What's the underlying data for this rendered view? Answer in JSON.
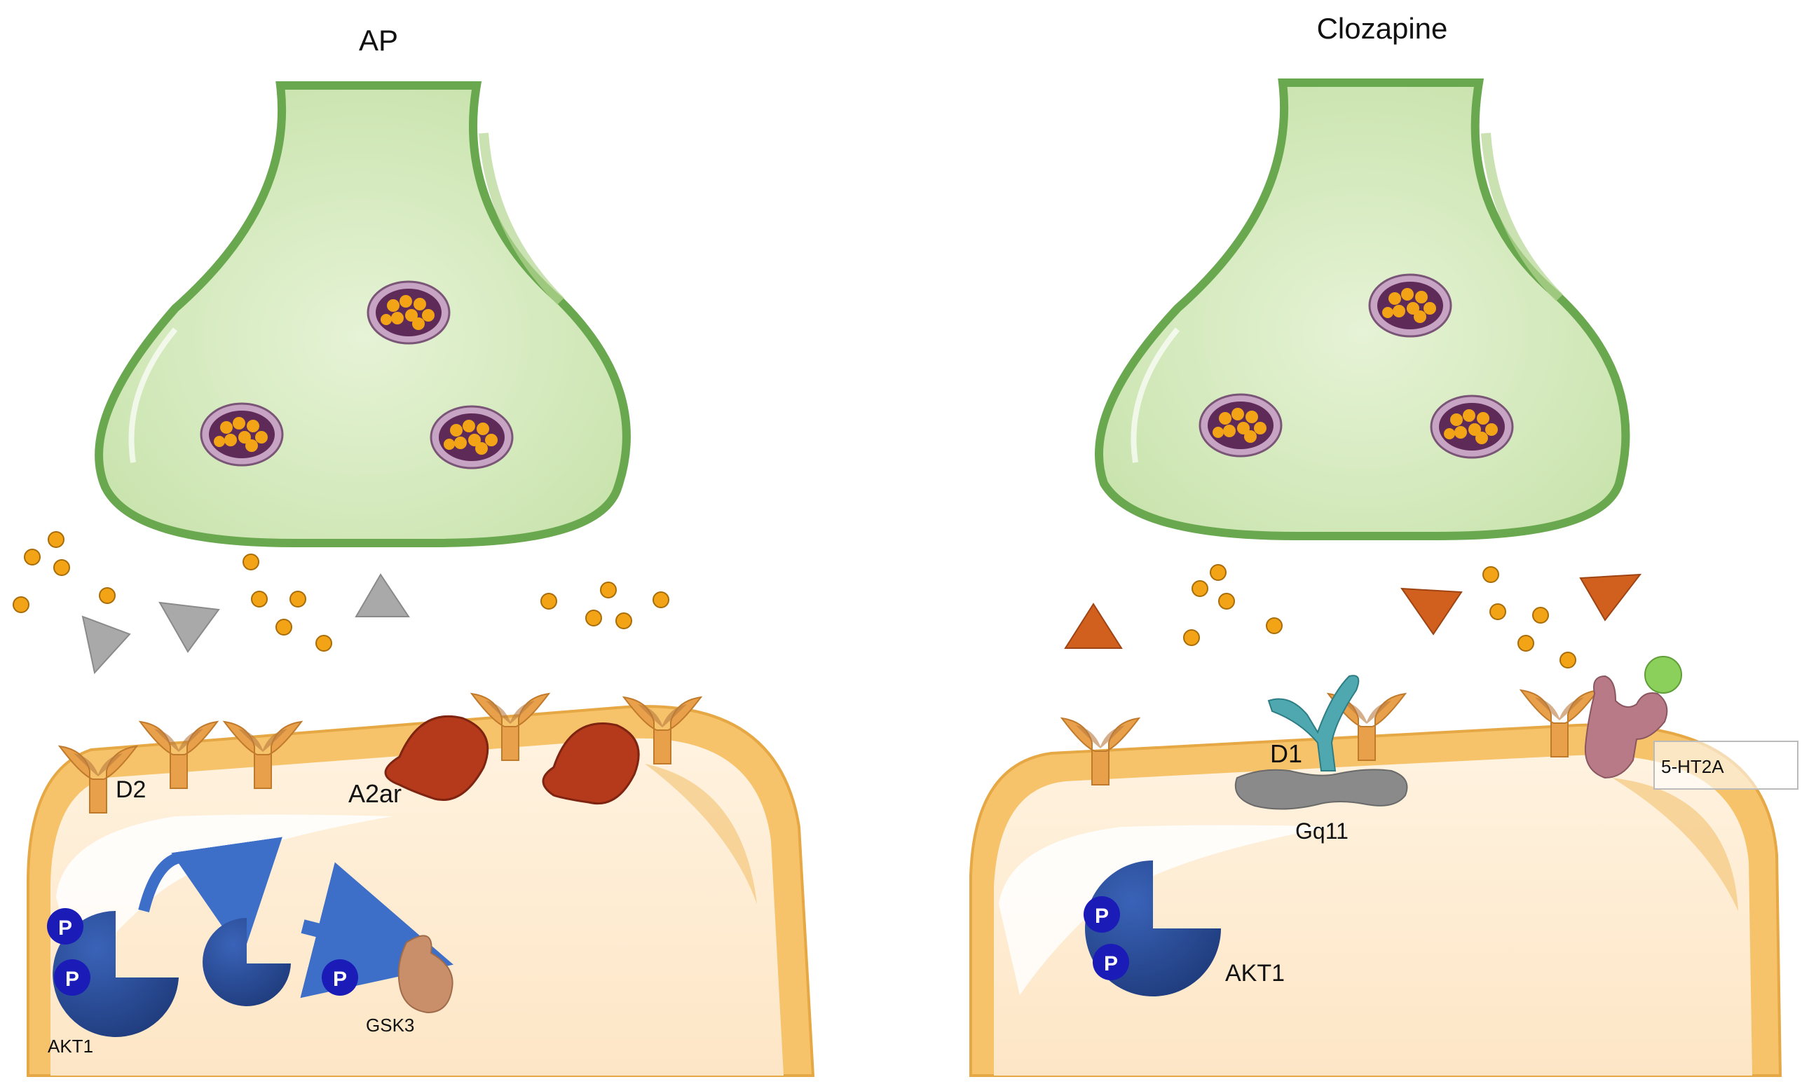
{
  "panels": [
    {
      "title": "AP",
      "labels": {
        "d2": "D2",
        "a2ar": "A2ar",
        "akt1": "AKT1",
        "gsk3": "GSK3"
      }
    },
    {
      "title": "Clozapine",
      "labels": {
        "d1": "D1",
        "gq11": "Gq11",
        "ht2a": "5-HT2A",
        "akt1": "AKT1"
      }
    }
  ],
  "phospho_label": "P",
  "colors": {
    "presynaptic_fill": "#d9ecc4",
    "presynaptic_border": "#6aa84f",
    "vesicle_fill": "#5e2a58",
    "vesicle_ring": "#c8a4c4",
    "neurotransmitter": "#f2a416",
    "postsynaptic_membrane": "#f6c36b",
    "postsynaptic_inside": "#fde9cc",
    "receptor": "#e9a04a",
    "a2ar": "#b5391b",
    "antipsychotic_ap": "#a9a9a9",
    "antipsychotic_clozapine": "#d1601e",
    "akt1": "#25468f",
    "phospho": "#1b1bb8",
    "gsk3": "#c98f6b",
    "d1": "#4fa8b0",
    "gq11": "#8a8a8a",
    "ht2a": "#b77a86",
    "ligand_green": "#8bd05a",
    "arrow": "#3d6fc8"
  }
}
